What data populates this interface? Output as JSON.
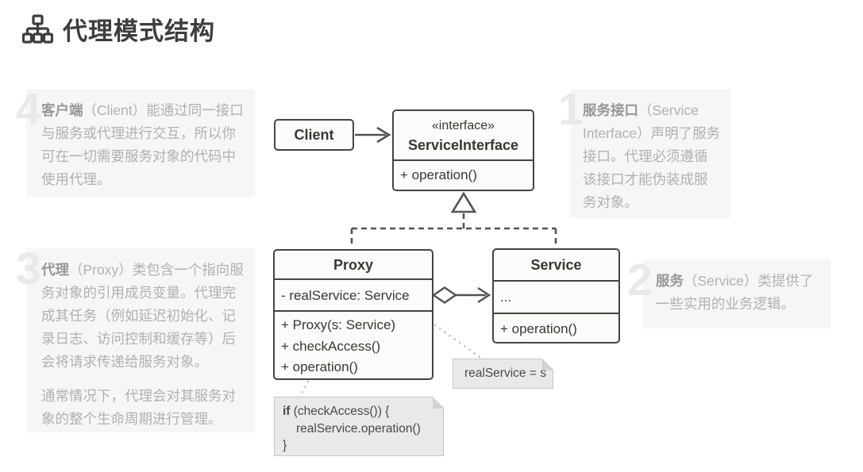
{
  "page": {
    "title": "代理模式结构",
    "icon": "hierarchy-icon"
  },
  "annotations": {
    "a1": {
      "number": "1",
      "lead": "服务接口",
      "body": "（Service Interface）声明了服务接口。代理必须遵循该接口才能伪装成服务对象。"
    },
    "a2": {
      "number": "2",
      "lead": "服务",
      "body": "（Service）类提供了一些实用的业务逻辑。"
    },
    "a3": {
      "number": "3",
      "lead": "代理",
      "body": "（Proxy）类包含一个指向服务对象的引用成员变量。代理完成其任务（例如延迟初始化、记录日志、访问控制和缓存等）后会将请求传递给服务对象。",
      "body2": "通常情况下，代理会对其服务对象的整个生命周期进行管理。"
    },
    "a4": {
      "number": "4",
      "lead": "客户端",
      "body": "（Client）能通过同一接口与服务或代理进行交互，所以你可在一切需要服务对象的代码中使用代理。"
    }
  },
  "diagram": {
    "client": {
      "name": "Client"
    },
    "service_interface": {
      "stereotype": "«interface»",
      "name": "ServiceInterface",
      "method": "+ operation()"
    },
    "proxy": {
      "name": "Proxy",
      "attribute": "- realService: Service",
      "methods": [
        "+ Proxy(s: Service)",
        "+ checkAccess()",
        "+ operation()"
      ]
    },
    "service": {
      "name": "Service",
      "attribute": "...",
      "method": "+ operation()"
    },
    "assignment_note": "realService = s",
    "code_note": {
      "keyword": "if",
      "line1": " (checkAccess()) {",
      "line2": "realService.operation()",
      "line3": "}"
    }
  },
  "colors": {
    "diagram_stroke": "#47443f",
    "box_fill": "#fbfbf9",
    "note_fill": "#e9e9e8",
    "note_border": "#c6c6c4",
    "annotation_bg": "#f6f6f6",
    "annotation_number": "#e9e9e9",
    "annotation_lead": "#999795",
    "annotation_text": "#b2b0b0",
    "title_text": "#3d3d3d",
    "dotted_connector": "#c2c2c2"
  }
}
